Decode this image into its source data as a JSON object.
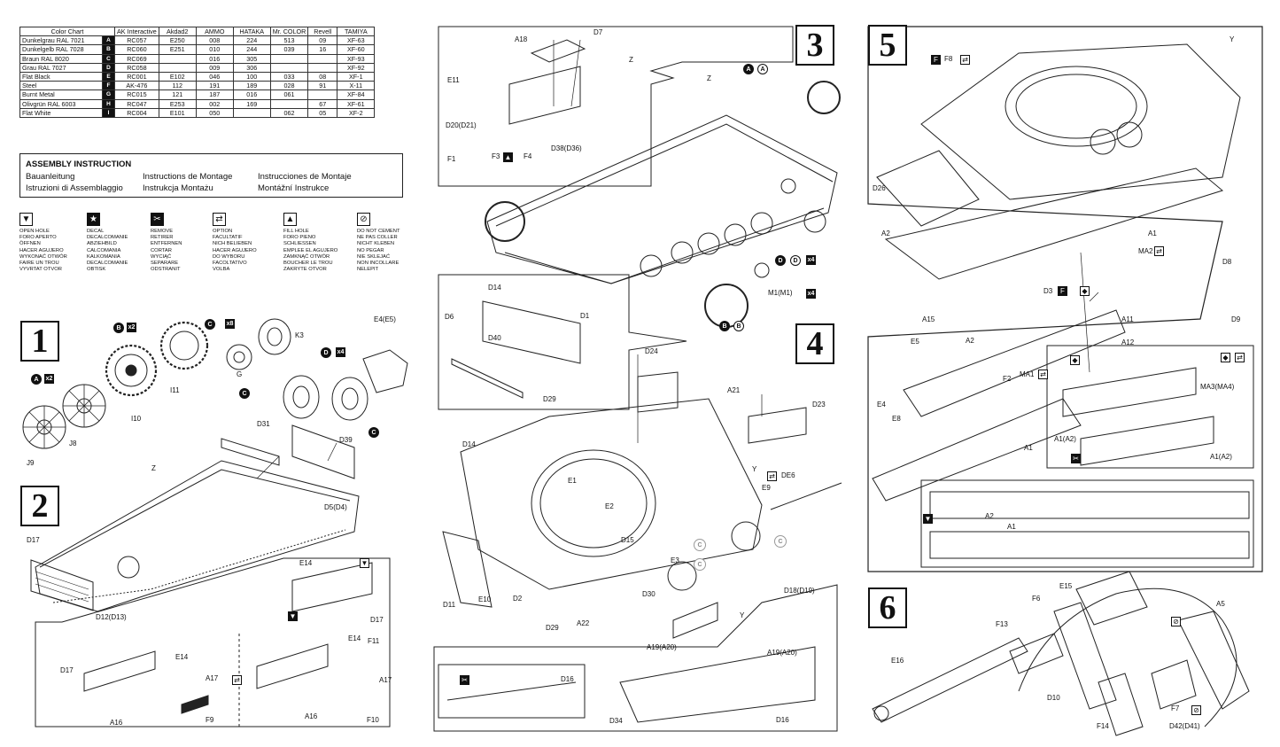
{
  "color_chart": {
    "headers": [
      "Color Chart",
      "AK Interactive",
      "Akdad2",
      "AMMO",
      "HATAKA",
      "Mr. COLOR",
      "Revell",
      "TAMIYA"
    ],
    "rows": [
      {
        "name": "Dunkelgrau RAL 7021",
        "letter": "A",
        "ak": "RC057",
        "ak2": "E250",
        "ammo": "008",
        "hataka": "224",
        "mr": "513",
        "revell": "09",
        "tamiya": "XF-63"
      },
      {
        "name": "Dunkelgelb RAL 7028",
        "letter": "B",
        "ak": "RC060",
        "ak2": "E251",
        "ammo": "010",
        "hataka": "244",
        "mr": "039",
        "revell": "16",
        "tamiya": "XF-60"
      },
      {
        "name": "Braun RAL 8020",
        "letter": "C",
        "ak": "RC069",
        "ak2": "",
        "ammo": "016",
        "hataka": "305",
        "mr": "",
        "revell": "",
        "tamiya": "XF-93"
      },
      {
        "name": "Grau RAL 7027",
        "letter": "D",
        "ak": "RC058",
        "ak2": "",
        "ammo": "009",
        "hataka": "306",
        "mr": "",
        "revell": "",
        "tamiya": "XF-92"
      },
      {
        "name": "Flat Black",
        "letter": "E",
        "ak": "RC001",
        "ak2": "E102",
        "ammo": "046",
        "hataka": "100",
        "mr": "033",
        "revell": "08",
        "tamiya": "XF-1"
      },
      {
        "name": "Steel",
        "letter": "F",
        "ak": "AK-476",
        "ak2": "112",
        "ammo": "191",
        "hataka": "189",
        "mr": "028",
        "revell": "91",
        "tamiya": "X-11"
      },
      {
        "name": "Burnt Metal",
        "letter": "G",
        "ak": "RC015",
        "ak2": "121",
        "ammo": "187",
        "hataka": "016",
        "mr": "061",
        "revell": "",
        "tamiya": "XF-84"
      },
      {
        "name": "Olivgrün RAL 6003",
        "letter": "H",
        "ak": "RC047",
        "ak2": "E253",
        "ammo": "002",
        "hataka": "169",
        "mr": "",
        "revell": "67",
        "tamiya": "XF-61"
      },
      {
        "name": "Flat White",
        "letter": "I",
        "ak": "RC004",
        "ak2": "E101",
        "ammo": "050",
        "hataka": "",
        "mr": "062",
        "revell": "05",
        "tamiya": "XF-2"
      }
    ]
  },
  "assembly": {
    "title": "ASSEMBLY INSTRUCTION",
    "lines": [
      "Bauanleitung",
      "Instructions de Montage",
      "Instrucciones de Montaje",
      "Istruzioni di Assemblaggio",
      "Instrukcja Montażu",
      "Montážní Instrukce"
    ]
  },
  "legend": [
    {
      "icon": "open-hole-icon",
      "text": "OPEN HOLE\nFORO APERTO\nÖFFNEN\nHACER AGUJERO\nWYKONAĆ OTWÓR\nFAIRE UN TROU\nVYVRTAT OTVOR"
    },
    {
      "icon": "decal-icon",
      "text": "DECAL\nDECALCOMANIE\nABZIEHBILD\nCALCOMANIA\nKALKOMANIA\nDECALCOMANIE\nOBTISK"
    },
    {
      "icon": "remove-icon",
      "text": "REMOVE\nRETIRER\nENTFERNEN\nCORTAR\nWYCIĄĆ\nSEPARARE\nODSTRANIT"
    },
    {
      "icon": "option-icon",
      "text": "OPTION\nFACULTATIF\nNICH BELIEBEN\nHACER AGUJERO\nDO WYBORU\nFACOLTATIVO\nVOLBA"
    },
    {
      "icon": "fill-hole-icon",
      "text": "FILL HOLE\nFORO PIENO\nSCHLIESSEN\nEMPLEE EL AGUJERO\nZAMKNĄĆ OTWÓR\nBOUCHER LE TROU\nZAKRYTE OTVOR"
    },
    {
      "icon": "do-not-cement-icon",
      "text": "DO NOT CEMENT\nNE PAS COLLER\nNICHT KLEBEN\nNO PEGAR\nNIE SKLEJAĆ\nNON INCOLLARE\nNELEPIT"
    }
  ],
  "steps": [
    "1",
    "2",
    "3",
    "4",
    "5",
    "6"
  ],
  "labels": {
    "s1": [
      "K3",
      "G",
      "I11",
      "I10",
      "J8",
      "J9",
      "E4(E5)"
    ],
    "s1_badges": {
      "b": "B",
      "c": "C",
      "d": "D",
      "a": "A",
      "x2": "x2",
      "x8": "x8",
      "x4": "x4"
    },
    "s2": [
      "D31",
      "D39",
      "Z",
      "D5(D4)",
      "D17",
      "D12(D13)",
      "E14",
      "D17",
      "E14",
      "F11",
      "A17",
      "A16",
      "F10",
      "E14",
      "D17",
      "A17",
      "A16",
      "F9"
    ],
    "s3": [
      "A18",
      "D7",
      "E11",
      "Z",
      "D20(D21)",
      "D38(D36)",
      "F1",
      "F3",
      "F4",
      "Z",
      "M1(M1)",
      "D",
      "D"
    ],
    "s4": [
      "D14",
      "D1",
      "D6",
      "D40",
      "D29",
      "D24",
      "A21",
      "D23",
      "D14",
      "E1",
      "E2",
      "Y",
      "DE6",
      "E9",
      "D15",
      "E3",
      "D11",
      "E10",
      "D2",
      "A22",
      "D30",
      "D29",
      "D18(D19)",
      "Y",
      "A19(A20)",
      "A19(A20)",
      "D16",
      "D34",
      "D16"
    ],
    "s5": [
      "F8",
      "Y",
      "D26",
      "A2",
      "A1",
      "MA2",
      "D8",
      "D3",
      "A15",
      "E5",
      "A2",
      "A11",
      "A12",
      "D9",
      "MA1",
      "F2",
      "E4",
      "E8",
      "A1",
      "MA3(MA4)",
      "A1(A2)",
      "A1(A2)",
      "A2",
      "A1"
    ],
    "s6": [
      "E15",
      "F6",
      "F13",
      "A5",
      "E16",
      "D10",
      "F7",
      "F14",
      "D42(D41)"
    ]
  }
}
